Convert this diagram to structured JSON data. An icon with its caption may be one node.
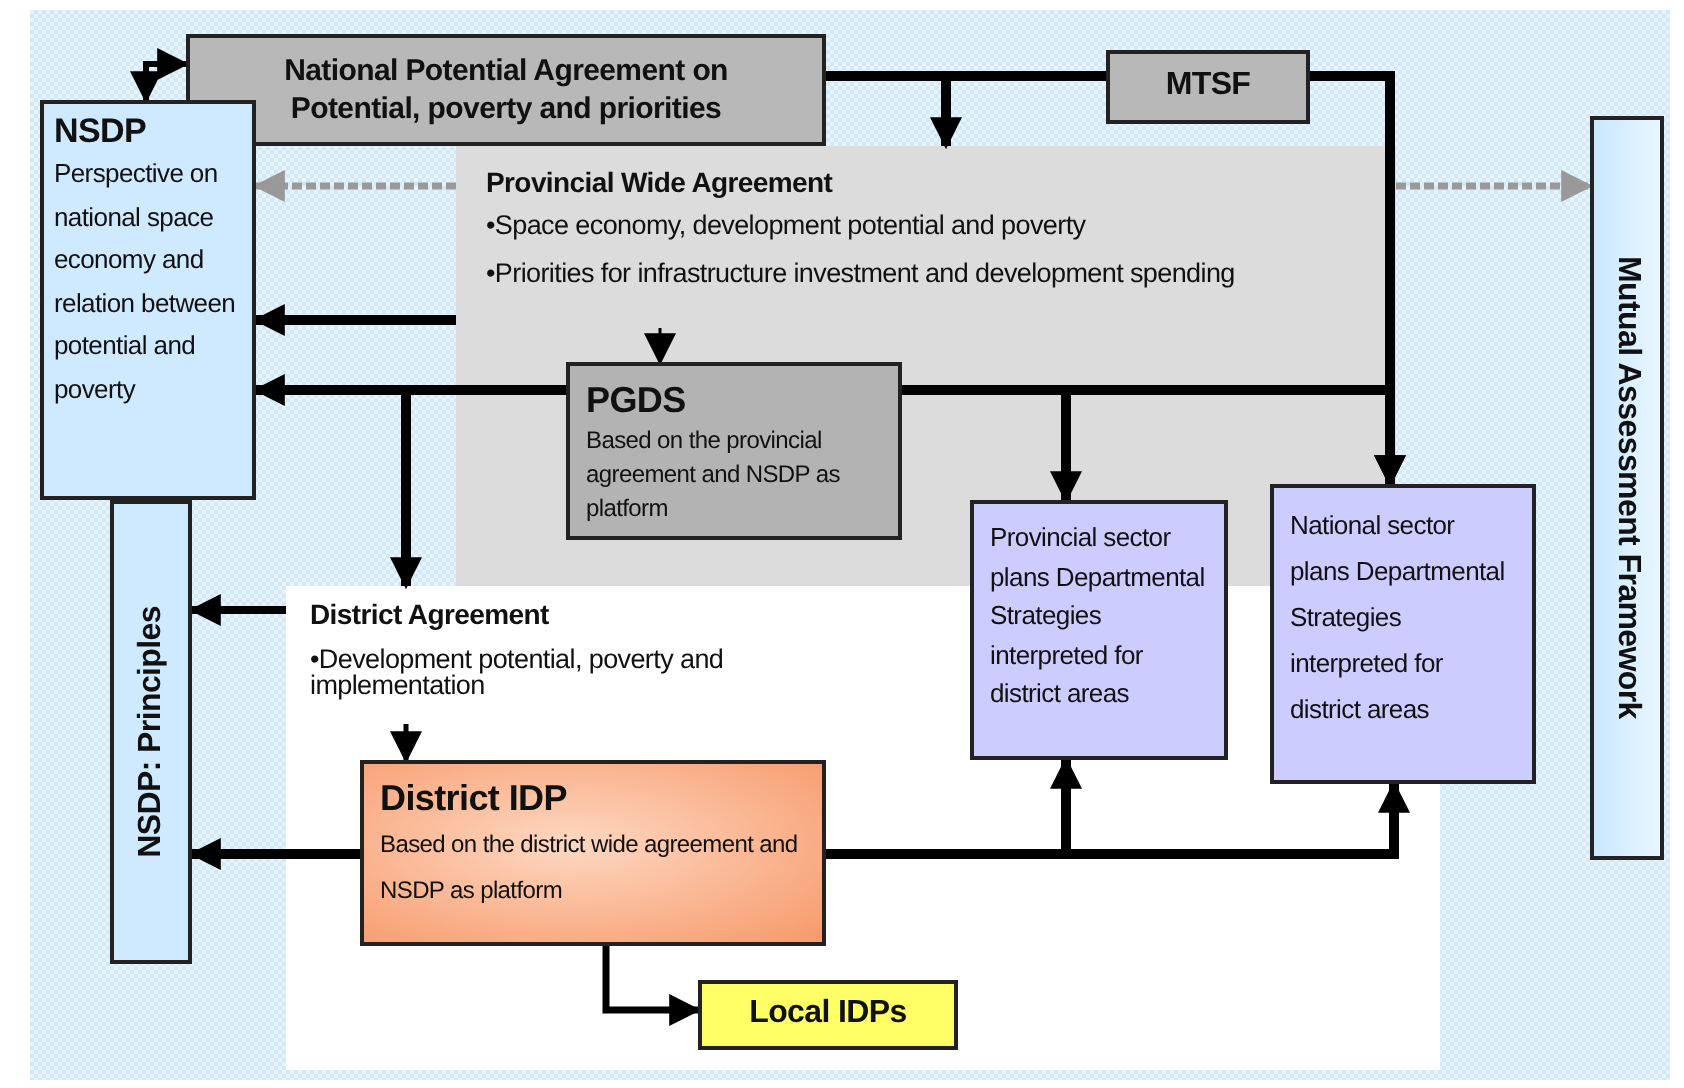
{
  "diagram": {
    "nodes": [
      {
        "text": [
          "National Potential Agreement on Potential, poverty and priorities"
        ]
      },
      {
        "text": [
          "MTSF"
        ]
      },
      {
        "text": [
          "NSDP",
          "Perspective on national space economy and relation between potential and poverty"
        ]
      },
      {
        "text": [
          "NSDP: Principles"
        ]
      },
      {
        "text": [
          "Provincial Wide Agreement",
          "•Space economy, development potential and poverty",
          "•Priorities for infrastructure investment and development spending"
        ]
      },
      {
        "text": [
          "PGDS",
          "Based on the provincial agreement and NSDP as platform"
        ],
        "in": 4
      },
      {
        "text": [
          "District Agreement",
          "•Development potential, poverty and implementation"
        ]
      },
      {
        "text": [
          "District IDP",
          "Based on the district wide agreement and NSDP as platform"
        ],
        "in": 6
      },
      {
        "text": [
          "Local IDPs"
        ],
        "in": 6
      },
      {
        "text": [
          "Provincial sector plans Departmental Strategies interpreted for district areas"
        ]
      },
      {
        "text": [
          "National sector plans Departmental Strategies interpreted for district areas"
        ]
      },
      {
        "text": [
          "Mutual Assessment Framework"
        ]
      }
    ],
    "edges": [
      {
        "from": 2,
        "to": 0,
        "arrow": "both"
      },
      {
        "from": 0,
        "to": 4,
        "arrow": "to"
      },
      {
        "from": 0,
        "to": 1,
        "arrow": "none"
      },
      {
        "from": 1,
        "to": 10,
        "arrow": "to"
      },
      {
        "from": 4,
        "to": 2,
        "arrow": "to",
        "style": "dashed",
        "color": "#999999"
      },
      {
        "from": 4,
        "to": 11,
        "arrow": "to",
        "style": "dashed",
        "color": "#999999"
      },
      {
        "from": 4,
        "to": 2,
        "arrow": "to"
      },
      {
        "from": null,
        "to": 5,
        "arrow": "to"
      },
      {
        "from": 5,
        "to": 2,
        "arrow": "to"
      },
      {
        "from": 5,
        "to": 6,
        "arrow": "to"
      },
      {
        "from": 5,
        "to": 9,
        "arrow": "to"
      },
      {
        "from": 5,
        "to": 10,
        "arrow": "to"
      },
      {
        "from": 6,
        "to": 3,
        "arrow": "to"
      },
      {
        "from": null,
        "to": 7,
        "arrow": "to"
      },
      {
        "from": 7,
        "to": 3,
        "arrow": "to"
      },
      {
        "from": 7,
        "to": 9,
        "arrow": "to"
      },
      {
        "from": 7,
        "to": 10,
        "arrow": "to"
      },
      {
        "from": 7,
        "to": 8,
        "arrow": "to"
      }
    ]
  }
}
